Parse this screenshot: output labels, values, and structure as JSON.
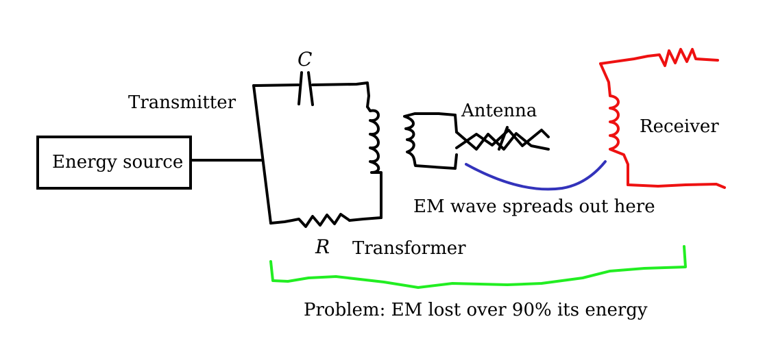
{
  "labels": {
    "energy_source": "Energy source",
    "transmitter": "Transmitter",
    "capacitor": "C",
    "resistor": "R",
    "transformer": "Transformer",
    "antenna": "Antenna",
    "receiver": "Receiver",
    "em_wave": "EM wave spreads out here",
    "problem": "Problem: EM lost over 90% its energy"
  },
  "colors": {
    "circuit": "#000000",
    "receiver": "#ee1111",
    "em_wave_arc": "#3333bb",
    "problem_brace": "#22ee22"
  }
}
